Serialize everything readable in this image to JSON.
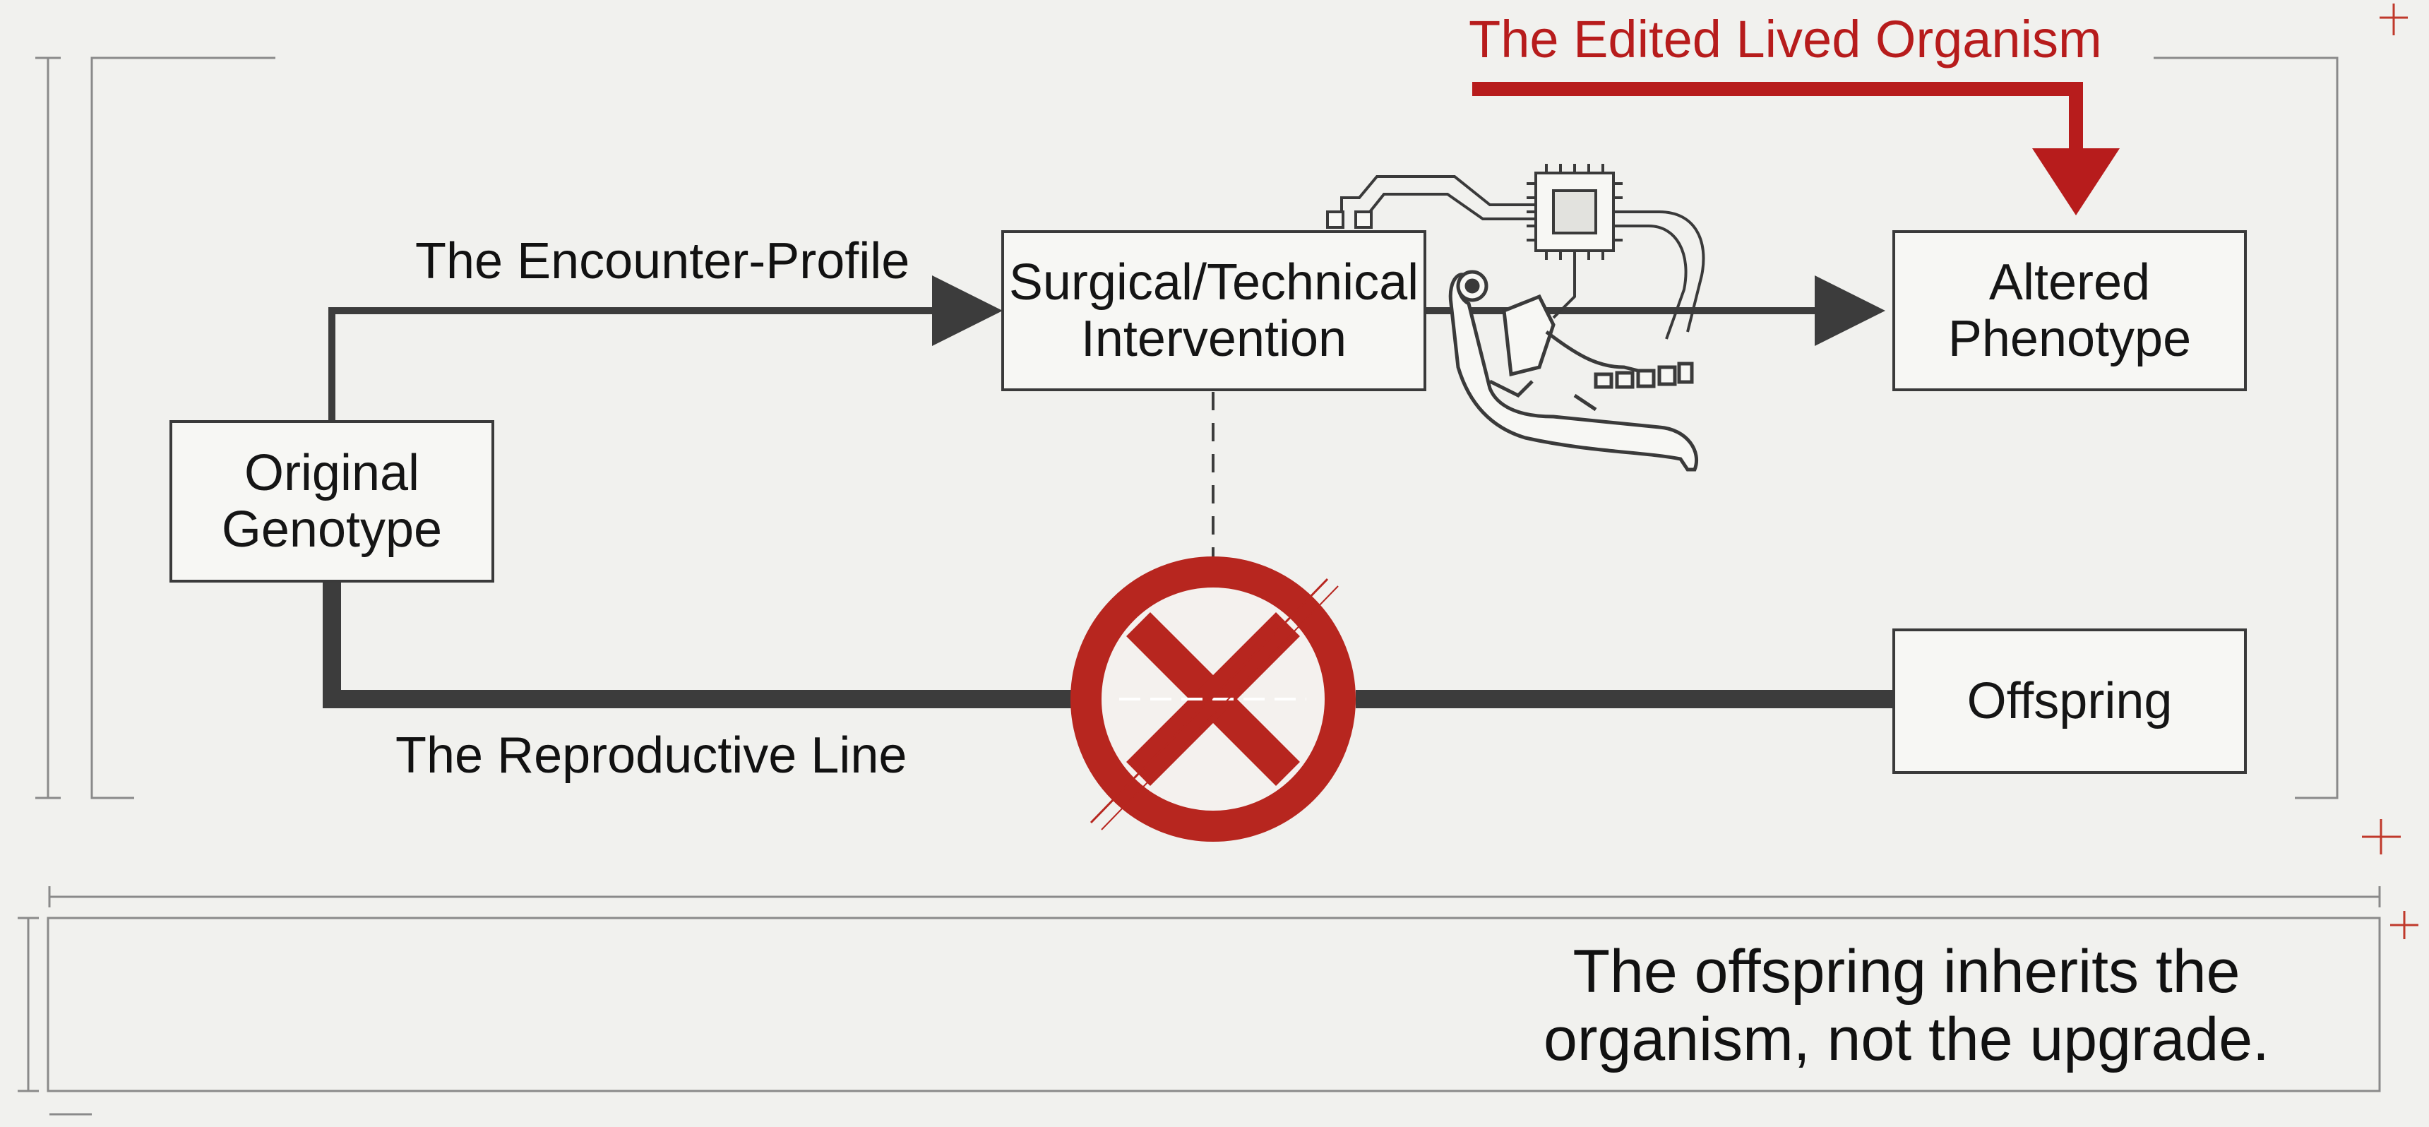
{
  "nodes": {
    "original_genotype": "Original\nGenotype",
    "intervention": "Surgical/Technical\nIntervention",
    "altered_phenotype": "Altered\nPhenotype",
    "offspring": "Offspring"
  },
  "edges": {
    "encounter_profile": "The Encounter-Profile",
    "reproductive_line": "The Reproductive Line"
  },
  "annotation": {
    "edited_organism": "The Edited Lived Organism"
  },
  "caption": "The offspring inherits the\norganism, not the upgrade.",
  "colors": {
    "accent_red": "#b71c1c",
    "line_dark": "#3c3c3c",
    "frame_gray": "#8a8a8a",
    "background": "#f1f1ee"
  },
  "icons": [
    "cybernetic-jaw-icon",
    "microchip-icon",
    "blocked-icon"
  ]
}
